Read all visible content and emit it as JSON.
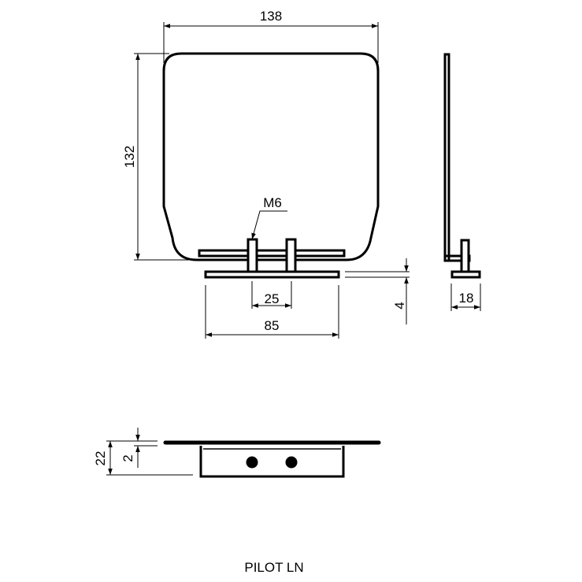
{
  "title": "PILOT LN",
  "dimensions": {
    "width": "138",
    "height": "132",
    "thread": "M6",
    "bolt_spacing": "25",
    "plate_width": "85",
    "plate_thickness": "4",
    "side_depth": "18",
    "total_depth": "22",
    "panel_thickness": "2"
  }
}
